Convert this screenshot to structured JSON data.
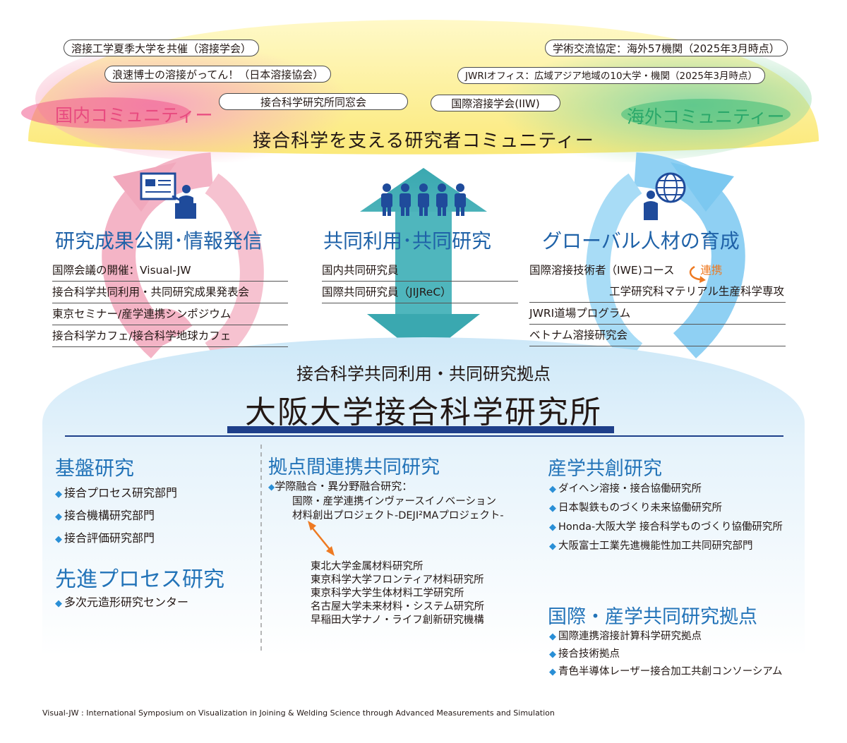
{
  "top": {
    "domestic_label": "国内コミュニティー",
    "overseas_label": "海外コミュニティー",
    "band_title": "接合科学を支える研究者コミュニティー",
    "domestic_pills": [
      "溶接工学夏季大学を共催（溶接学会）",
      "浪速博士の溶接がってん！（日本溶接協会）",
      "接合科学研究所同窓会"
    ],
    "overseas_pills": [
      "学術交流協定：海外57機関（2025年3月時点）",
      "JWRIオフィス：広域アジア地域の10大学・機関（2025年3月時点）",
      "国際溶接学会(IIW)"
    ]
  },
  "middle": {
    "left": {
      "head": "研究成果公開･情報発信",
      "items": [
        "国際会議の開催：Visual-JW",
        "接合科学共同利用・共同研究成果発表会",
        "東京セミナー/産学連携シンポジウム",
        "接合科学カフェ/接合科学地球カフェ"
      ]
    },
    "center": {
      "head": "共同利用･共同研究",
      "items": [
        "国内共同研究員",
        "国際共同研究員（JIJReC）"
      ]
    },
    "right": {
      "head": "グローバル人材の育成",
      "item1": "国際溶接技術者（IWE)コース",
      "link": "連携",
      "item1b": "工学研究科マテリアル生産科学専攻",
      "items": [
        "JWRI道場プログラム",
        "ベトナム溶接研究会"
      ]
    }
  },
  "base": {
    "subtitle": "接合科学共同利用・共同研究拠点",
    "title": "大阪大学接合科学研究所",
    "basic": {
      "head": "基盤研究",
      "items": [
        "接合プロセス研究部門",
        "接合機構研究部門",
        "接合評価研究部門"
      ]
    },
    "advanced": {
      "head": "先進プロセス研究",
      "items": [
        "多次元造形研究センター"
      ]
    },
    "network": {
      "head": "拠点間連携共同研究",
      "line1": "学際融合・異分野融合研究：",
      "line2": "国際・産学連携インヴァースイノベーション",
      "line3": "材料創出プロジェクト-DEJI²MAプロジェクト-",
      "partners": [
        "東北大学金属材料研究所",
        "東京科学大学フロンティア材料研究所",
        "東京科学大学生体材料工学研究所",
        "名古屋大学未来材料・システム研究所",
        "早稲田大学ナノ・ライフ創新研究機構"
      ]
    },
    "industry": {
      "head": "産学共創研究",
      "items": [
        "ダイヘン溶接・接合協働研究所",
        "日本製鉄ものづくり未来協働研究所",
        "Honda-大阪大学 接合科学ものづくり協働研究所",
        "大阪富士工業先進機能性加工共同研究部門"
      ]
    },
    "intl": {
      "head": "国際・産学共同研究拠点",
      "items": [
        "国際連携溶接計算科学研究拠点",
        "接合技術拠点",
        "青色半導体レーザー接合加工共創コンソーシアム"
      ]
    }
  },
  "footnote": "Visual-JW : International Symposium on Visualization in Joining & Welding Science through Advanced Measurements and Simulation",
  "colors": {
    "accent_blue": "#1f62a8",
    "bullet_blue": "#2a8fd6",
    "pink": "#e84a7f",
    "green": "#2aa86a",
    "orange": "#ee7a22"
  },
  "icons": [
    "presenter-icon",
    "people-group-icon",
    "globe-person-icon",
    "diamond-bullet-icon",
    "double-arrow-icon"
  ]
}
